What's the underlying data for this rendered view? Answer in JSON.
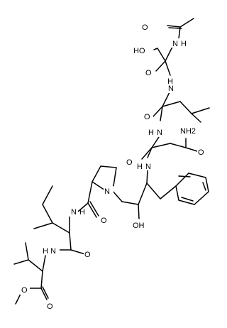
{
  "atoms": {
    "o_acetyl": "O",
    "n_acetyl": "N",
    "h_acetyl": "H",
    "oh_ser": "HO",
    "o_ser": "O",
    "n_leu": "N",
    "h_leu": "H",
    "o_leu": "O",
    "n_asn": "N",
    "h_asn": "H",
    "nh2": "NH2",
    "o_asn_side": "O",
    "o_asn": "O",
    "n_phe": "N",
    "h_phe": "H",
    "n_pro": "N",
    "oh_phe": "OH",
    "h_pro_amide": "H",
    "n_pro_amide": "N",
    "o_pro": "O",
    "h_ile": "H",
    "n_ile": "N",
    "o_ile": "O",
    "o_val_ester": "O",
    "o_val_carbonyl": "O"
  }
}
